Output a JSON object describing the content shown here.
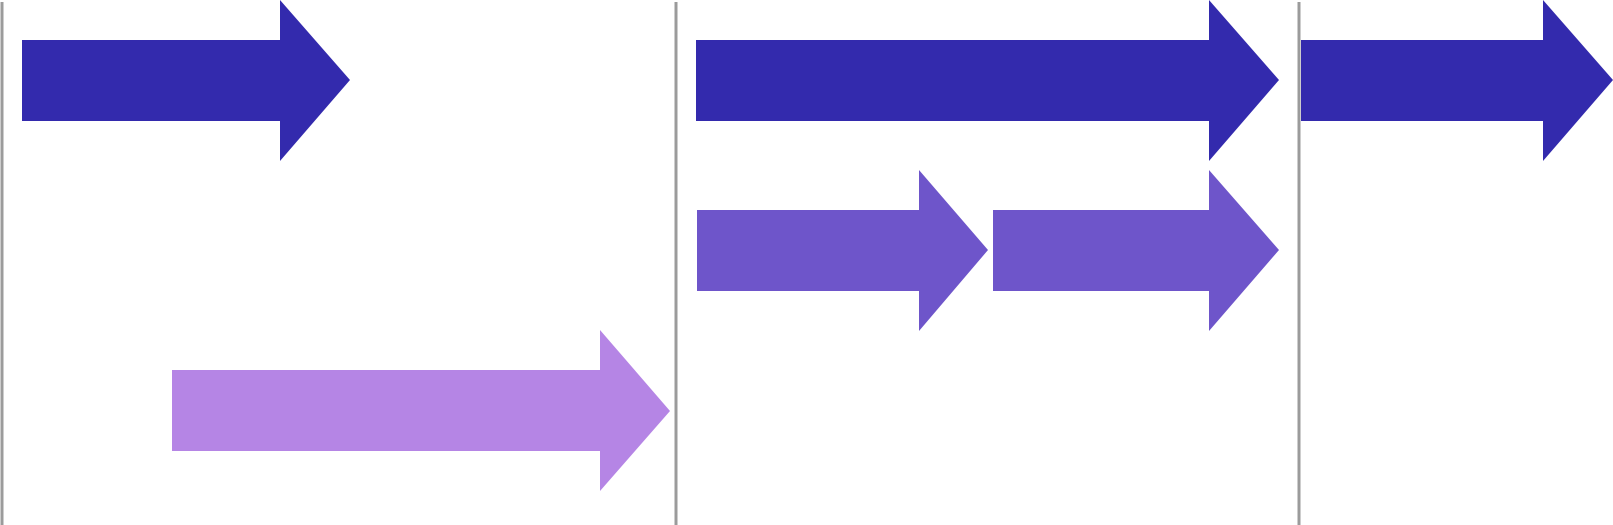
{
  "colors": {
    "background": "#ffffff",
    "divider": "#9b9b9b",
    "row1": "#332aad",
    "row2": "#6e55ca",
    "row3": "#b585e5"
  },
  "diagram": {
    "dividers": [
      {
        "name": "divider-left"
      },
      {
        "name": "divider-middle"
      },
      {
        "name": "divider-right"
      }
    ],
    "arrows": [
      {
        "name": "arrow-row1-a",
        "row": 1,
        "color_key": "row1"
      },
      {
        "name": "arrow-row1-b",
        "row": 1,
        "color_key": "row1"
      },
      {
        "name": "arrow-row1-c",
        "row": 1,
        "color_key": "row1"
      },
      {
        "name": "arrow-row2-a",
        "row": 2,
        "color_key": "row2"
      },
      {
        "name": "arrow-row2-b",
        "row": 2,
        "color_key": "row2"
      },
      {
        "name": "arrow-row3-a",
        "row": 3,
        "color_key": "row3"
      }
    ]
  }
}
